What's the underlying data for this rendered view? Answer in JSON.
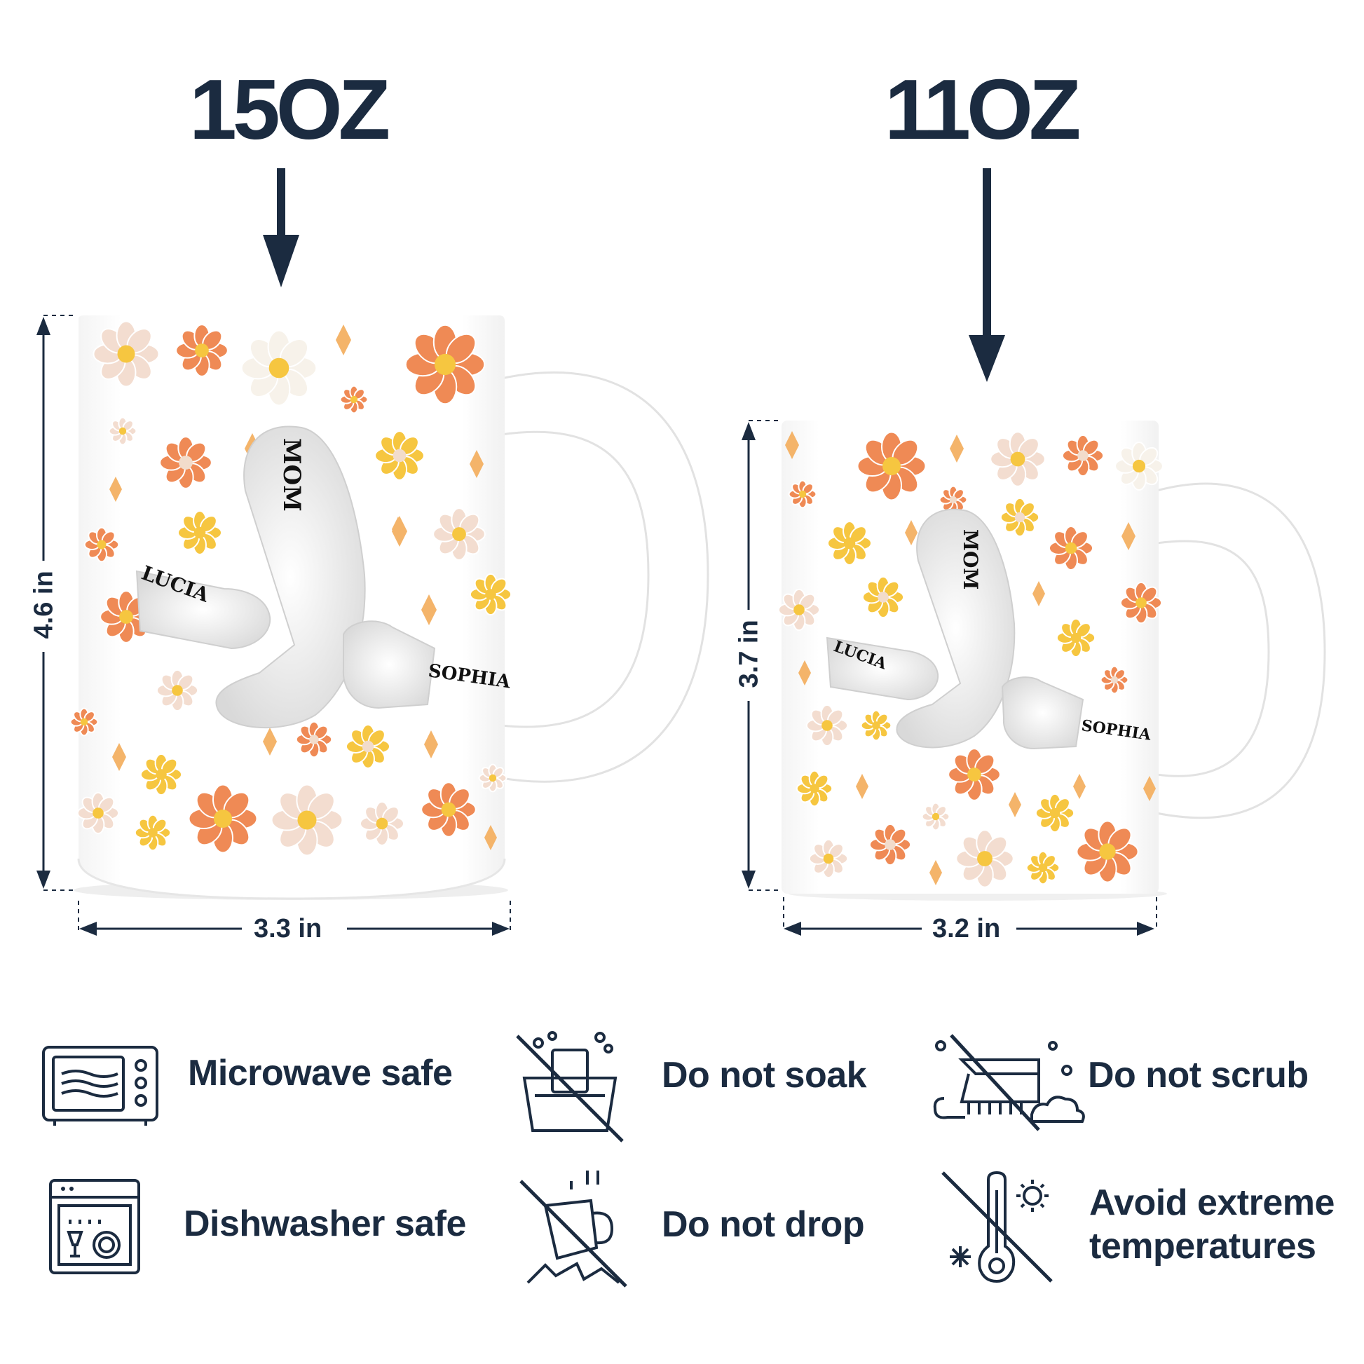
{
  "sizes": {
    "large": {
      "label": "15OZ",
      "height": "4.6 in",
      "width": "3.3 in"
    },
    "small": {
      "label": "11OZ",
      "height": "3.7 in",
      "width": "3.2 in"
    }
  },
  "mug_print": {
    "names": {
      "parent": "MOM",
      "child1": "LUCIA",
      "child2": "SOPHIA"
    }
  },
  "care": {
    "microwave": {
      "label": "Microwave safe",
      "icon": "microwave-icon"
    },
    "dishwasher": {
      "label": "Dishwasher safe",
      "icon": "dishwasher-icon"
    },
    "soak": {
      "label": "Do not soak",
      "icon": "no-soak-icon"
    },
    "drop": {
      "label": "Do not drop",
      "icon": "no-drop-icon"
    },
    "scrub": {
      "label": "Do not scrub",
      "icon": "no-scrub-icon"
    },
    "temp": {
      "line1": "Avoid extreme",
      "line2": "temperatures",
      "icon": "no-extreme-temperature-icon"
    }
  },
  "colors": {
    "navy": "#1b2b40",
    "orange": "#ef8a55",
    "yellow": "#f6c640",
    "cream": "#f2dccb"
  }
}
